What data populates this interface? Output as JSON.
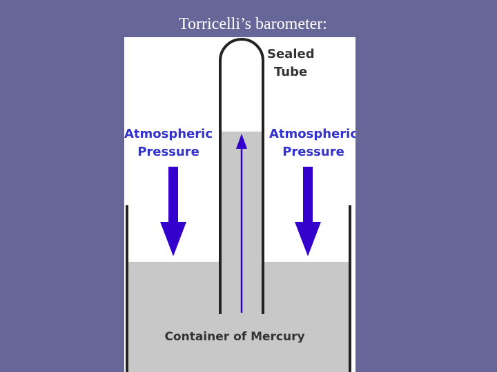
{
  "slide": {
    "title": "Torricelli’s barometer:"
  },
  "diagram": {
    "sealed_tube_label_line1": "Sealed",
    "sealed_tube_label_line2": "Tube",
    "left_pressure_line1": "Atmospheric",
    "left_pressure_line2": "Pressure",
    "right_pressure_line1": "Atmospheric",
    "right_pressure_line2": "Pressure",
    "container_label": "Container of Mercury",
    "colors": {
      "background": "#666699",
      "mercury": "#c8c8c8",
      "arrow": "#3300cc",
      "label_blue": "#3333cc",
      "label_dark": "#333333",
      "outline": "#222222"
    }
  }
}
